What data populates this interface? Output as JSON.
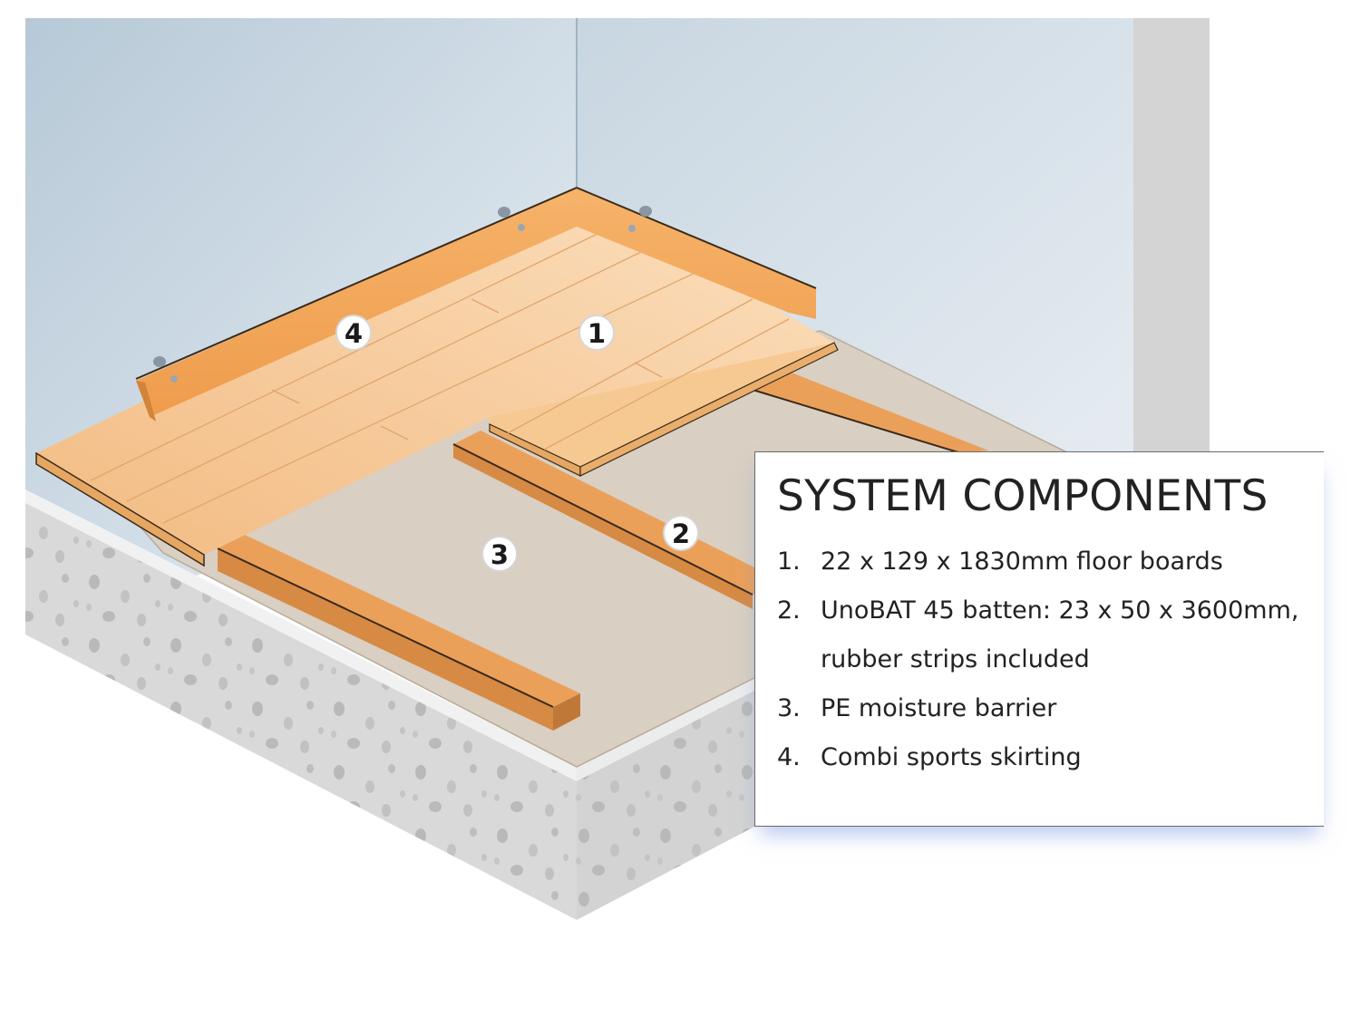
{
  "callouts": {
    "c1": "1",
    "c2": "2",
    "c3": "3",
    "c4": "4"
  },
  "panel": {
    "title": "SYSTEM COMPONENTS",
    "items": [
      {
        "num": "1.",
        "text": "22 x 129 x 1830mm floor boards"
      },
      {
        "num": "2.",
        "text": "UnoBAT 45 batten: 23 x 50 x 3600mm, rubber strips included"
      },
      {
        "num": "3.",
        "text": "PE moisture barrier"
      },
      {
        "num": "4.",
        "text": "Combi sports skirting"
      }
    ]
  },
  "colors": {
    "wall": "#c5d5e2",
    "floorboard": "#f6c58e",
    "skirting": "#f3a456",
    "batten": "#e79a52",
    "barrier": "#d8cfc2",
    "concrete": "#dcdcdc"
  }
}
